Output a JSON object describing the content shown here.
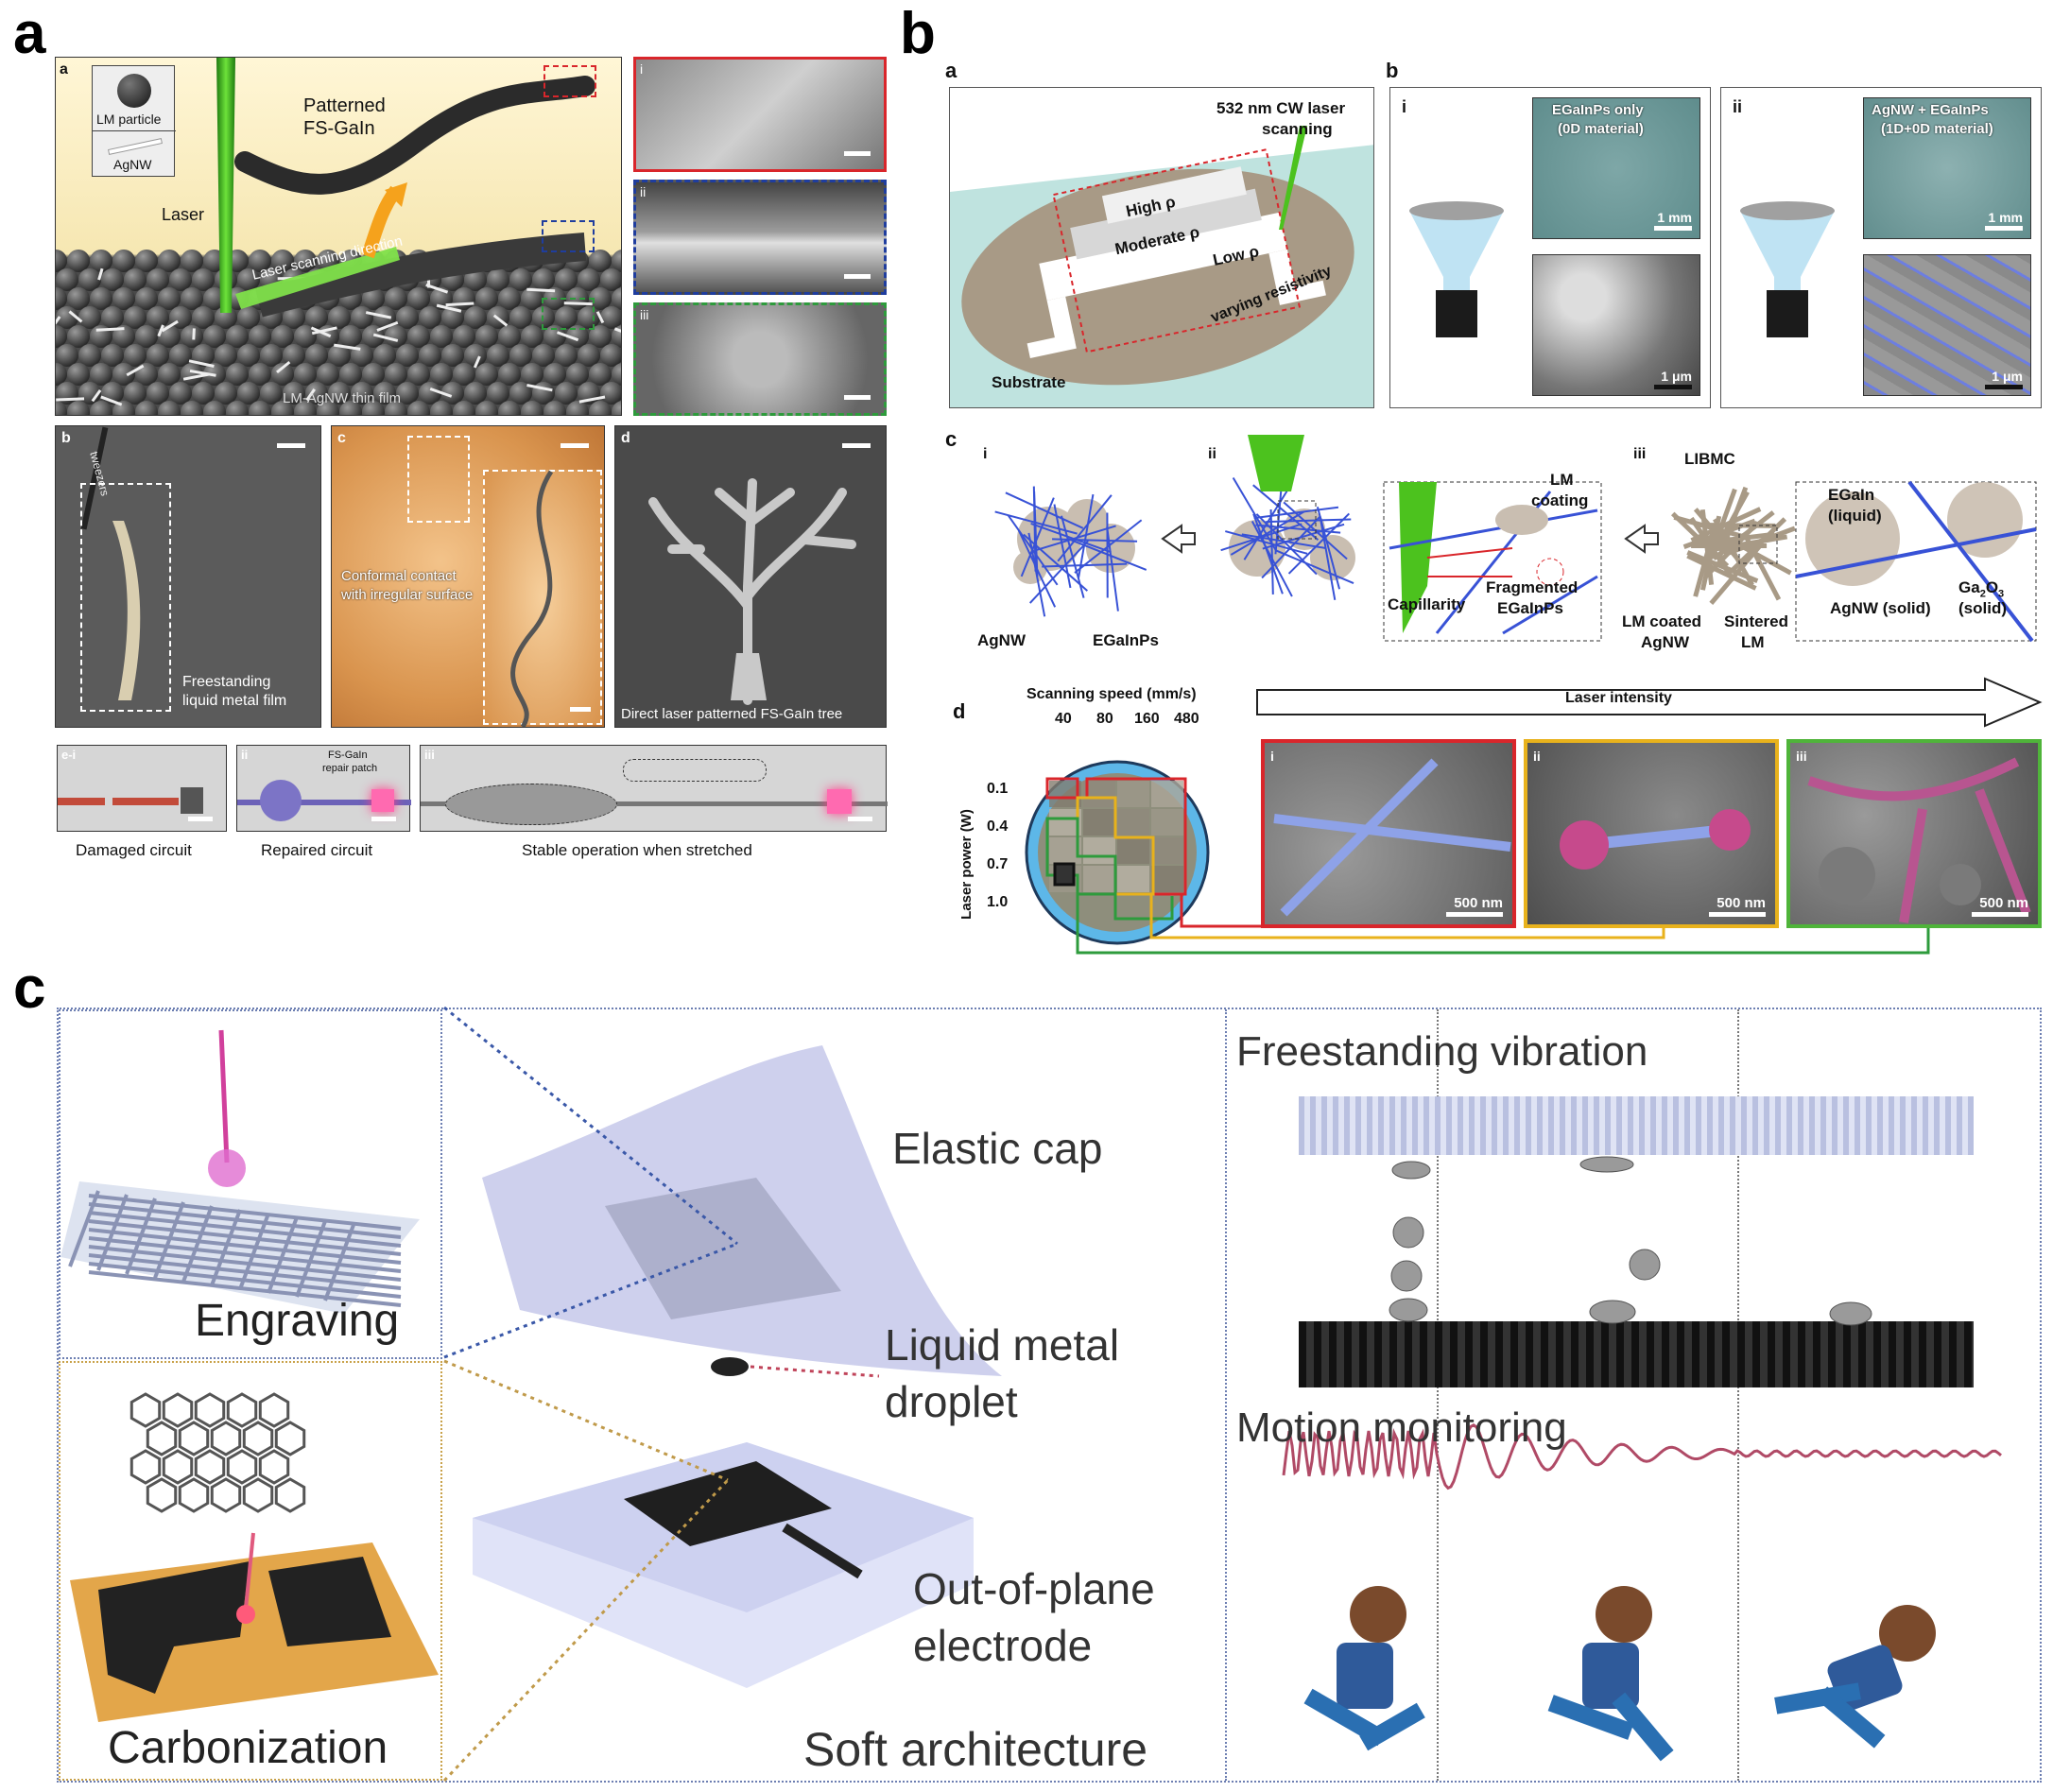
{
  "panel_labels": {
    "a": "a",
    "b": "b",
    "c": "c"
  },
  "panel_a": {
    "sub_a": "a",
    "legend": {
      "particle": "LM particle",
      "wire": "AgNW"
    },
    "laser": "Laser",
    "patterned": "Patterned",
    "fs_gain": "FS-GaIn",
    "scan_dir": "Laser scanning direction",
    "film": "LM-AgNW thin film",
    "sem": [
      "i",
      "ii",
      "iii"
    ],
    "sub_b": "b",
    "tweezers": "tweezers",
    "freestanding": [
      "Freestanding",
      "liquid metal film"
    ],
    "sub_c": "c",
    "conformal": [
      "Conformal contact",
      "with irregular surface"
    ],
    "sub_d": "d",
    "tree": "Direct laser patterned FS-GaIn tree",
    "e_labels": [
      "e-i",
      "ii",
      "iii"
    ],
    "repair": [
      "FS-GaIn",
      "repair patch"
    ],
    "captions": [
      "Damaged circuit",
      "Repaired circuit",
      "Stable operation when stretched"
    ]
  },
  "panel_b": {
    "sub_a": "a",
    "laser": [
      "532 nm CW laser",
      "scanning"
    ],
    "rho": [
      "High ρ",
      "Moderate ρ",
      "Low ρ",
      "varying resistivity"
    ],
    "substrate": "Substrate",
    "sub_b": "b",
    "filter_i": {
      "label": "i",
      "title": [
        "EGaInPs only",
        "(0D material)"
      ],
      "scale1": "1 mm",
      "scale2": "1 μm"
    },
    "filter_ii": {
      "label": "ii",
      "title": [
        "AgNW + EGaInPs",
        "(1D+0D material)"
      ],
      "scale1": "1 mm",
      "scale2": "1 μm"
    },
    "sub_c": "c",
    "c_steps": [
      "i",
      "ii",
      "iii"
    ],
    "agnw": "AgNW",
    "egainps": "EGaInPs",
    "lm_coating": [
      "LM",
      "coating"
    ],
    "capillarity": "Capillarity",
    "fragmented": [
      "Fragmented",
      "EGaInPs"
    ],
    "libmc": "LIBMC",
    "lm_coated": [
      "LM coated",
      "AgNW"
    ],
    "sintered": [
      "Sintered",
      "LM"
    ],
    "egain_liquid": [
      "EGaIn",
      "(liquid)"
    ],
    "agnw_solid": "AgNW (solid)",
    "ga2o3": [
      "Ga",
      "2",
      "O",
      "3",
      "(solid)"
    ],
    "sub_d": "d",
    "speed_title": "Scanning speed (mm/s)",
    "speeds": [
      "40",
      "80",
      "160",
      "480"
    ],
    "power_title": "Laser power (W)",
    "powers": [
      "0.1",
      "0.4",
      "0.7",
      "1.0"
    ],
    "intensity": "Laser intensity",
    "sem_labels": [
      "i",
      "ii",
      "iii"
    ],
    "sem_scale": "500 nm"
  },
  "panel_c": {
    "engraving": "Engraving",
    "carbonization": "Carbonization",
    "elastic_cap": "Elastic cap",
    "droplet": [
      "Liquid metal",
      "droplet"
    ],
    "electrode": [
      "Out-of-plane",
      "electrode"
    ],
    "soft": "Soft architecture",
    "vibration": "Freestanding vibration",
    "motion": "Motion monitoring"
  },
  "colors": {
    "laser_green": "#4cc21e",
    "red_box": "#d9262b",
    "blue_box": "#1f3d9e",
    "green_box": "#2e9b3c",
    "yellow_box": "#e8b21c",
    "pink": "#c74a8a",
    "agnw_blue": "#3852d6"
  }
}
